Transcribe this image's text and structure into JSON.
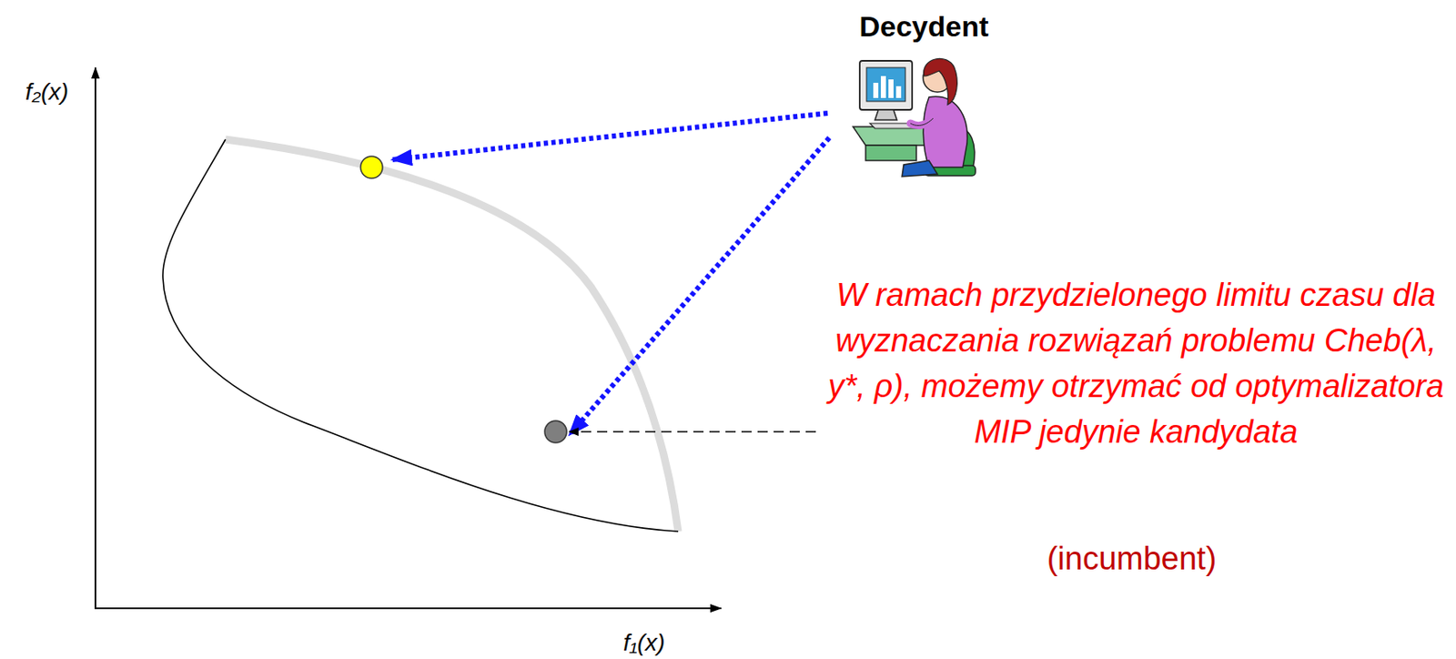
{
  "diagram": {
    "labels": [
      "Decydent",
      "f₂(x)",
      "f₁(x)",
      "W ramach przydzielonego limitu czasu dla wyznaczania rozwiązań problemu Cheb(λ, y*, ρ), możemy otrzymać od optymalizatora MIP jedynie kandydata",
      "(incumbent)"
    ]
  }
}
